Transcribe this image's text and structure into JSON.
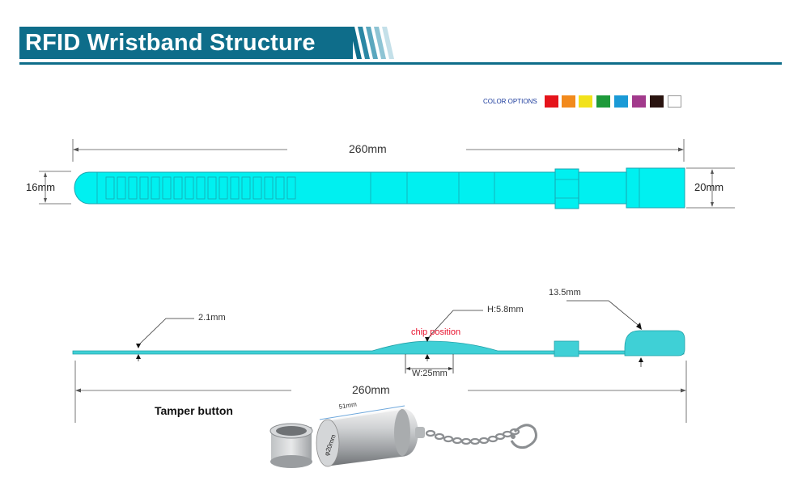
{
  "title": "RFID Wristband Structure",
  "colors": {
    "brand": "#0e6d8a",
    "band": "#00f0f0",
    "band_profile": "#3fd0d6",
    "chip_label": "#e8112d"
  },
  "color_options": {
    "label": "COLOR OPTIONS",
    "swatches": [
      "#e5141b",
      "#f28a1c",
      "#f2e21b",
      "#1e9a3a",
      "#1a9ad6",
      "#a23a8c",
      "#2a1410",
      "#ffffff"
    ]
  },
  "top_view": {
    "length": "260mm",
    "left_height": "16mm",
    "right_height": "20mm"
  },
  "side_view": {
    "thickness": "2.1mm",
    "chip_height": "H:5.8mm",
    "chip_label": "chip position",
    "chip_width": "W:25mm",
    "buckle": "13.5mm",
    "length": "260mm"
  },
  "tamper_button": {
    "label": "Tamper button",
    "length": "51mm",
    "diameter": "φ20mm"
  }
}
